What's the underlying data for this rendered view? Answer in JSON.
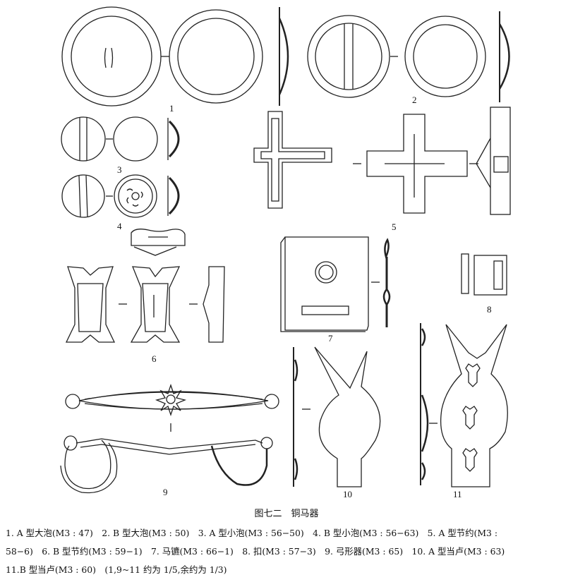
{
  "figure": {
    "title": "图七二　铜马器",
    "item_numbers": [
      "1",
      "2",
      "3",
      "4",
      "5",
      "6",
      "7",
      "8",
      "9",
      "10",
      "11"
    ],
    "caption_line1": "1. A 型大泡(M3 : 47)　2. B 型大泡(M3 : 50)　3. A 型小泡(M3 : 56−50)　4. B 型小泡(M3 : 56−63)　5. A 型节约(M3 :",
    "caption_line2": "58−6)　6. B 型节约(M3 : 59−1)　7. 马镳(M3 : 66−1)　8. 扣(M3 : 57−3)　9. 弓形器(M3 : 65)　10. A 型当卢(M3 : 63)",
    "caption_line3": "11.B 型当卢(M3 : 60)　(1,9~11 约为 1/5,余约为 1/3)"
  }
}
